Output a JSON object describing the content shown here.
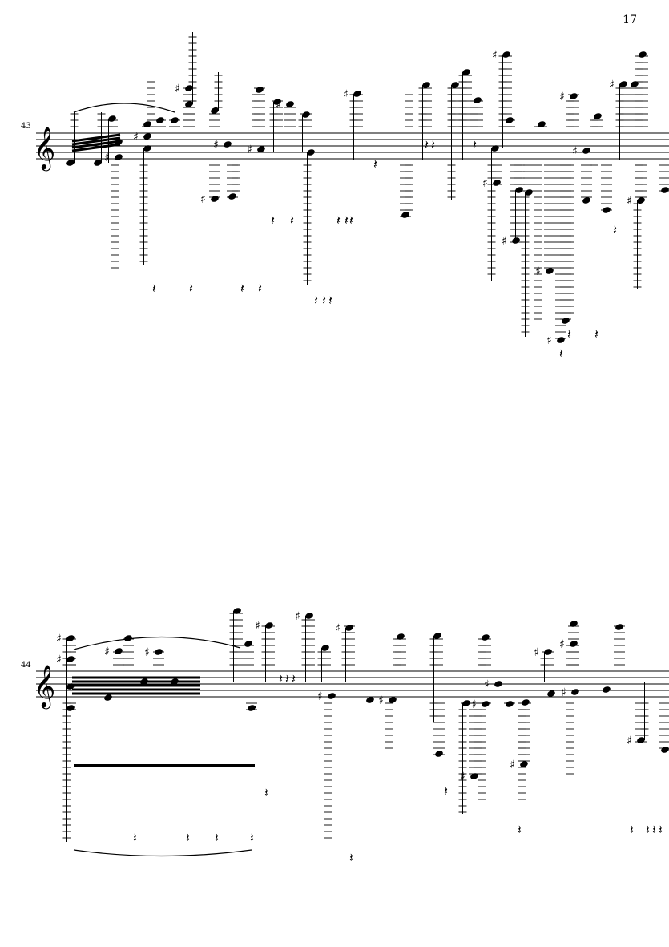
{
  "page_number": "17",
  "systems": [
    {
      "measure_number": "43",
      "clef": "treble"
    },
    {
      "measure_number": "44",
      "clef": "treble"
    }
  ]
}
